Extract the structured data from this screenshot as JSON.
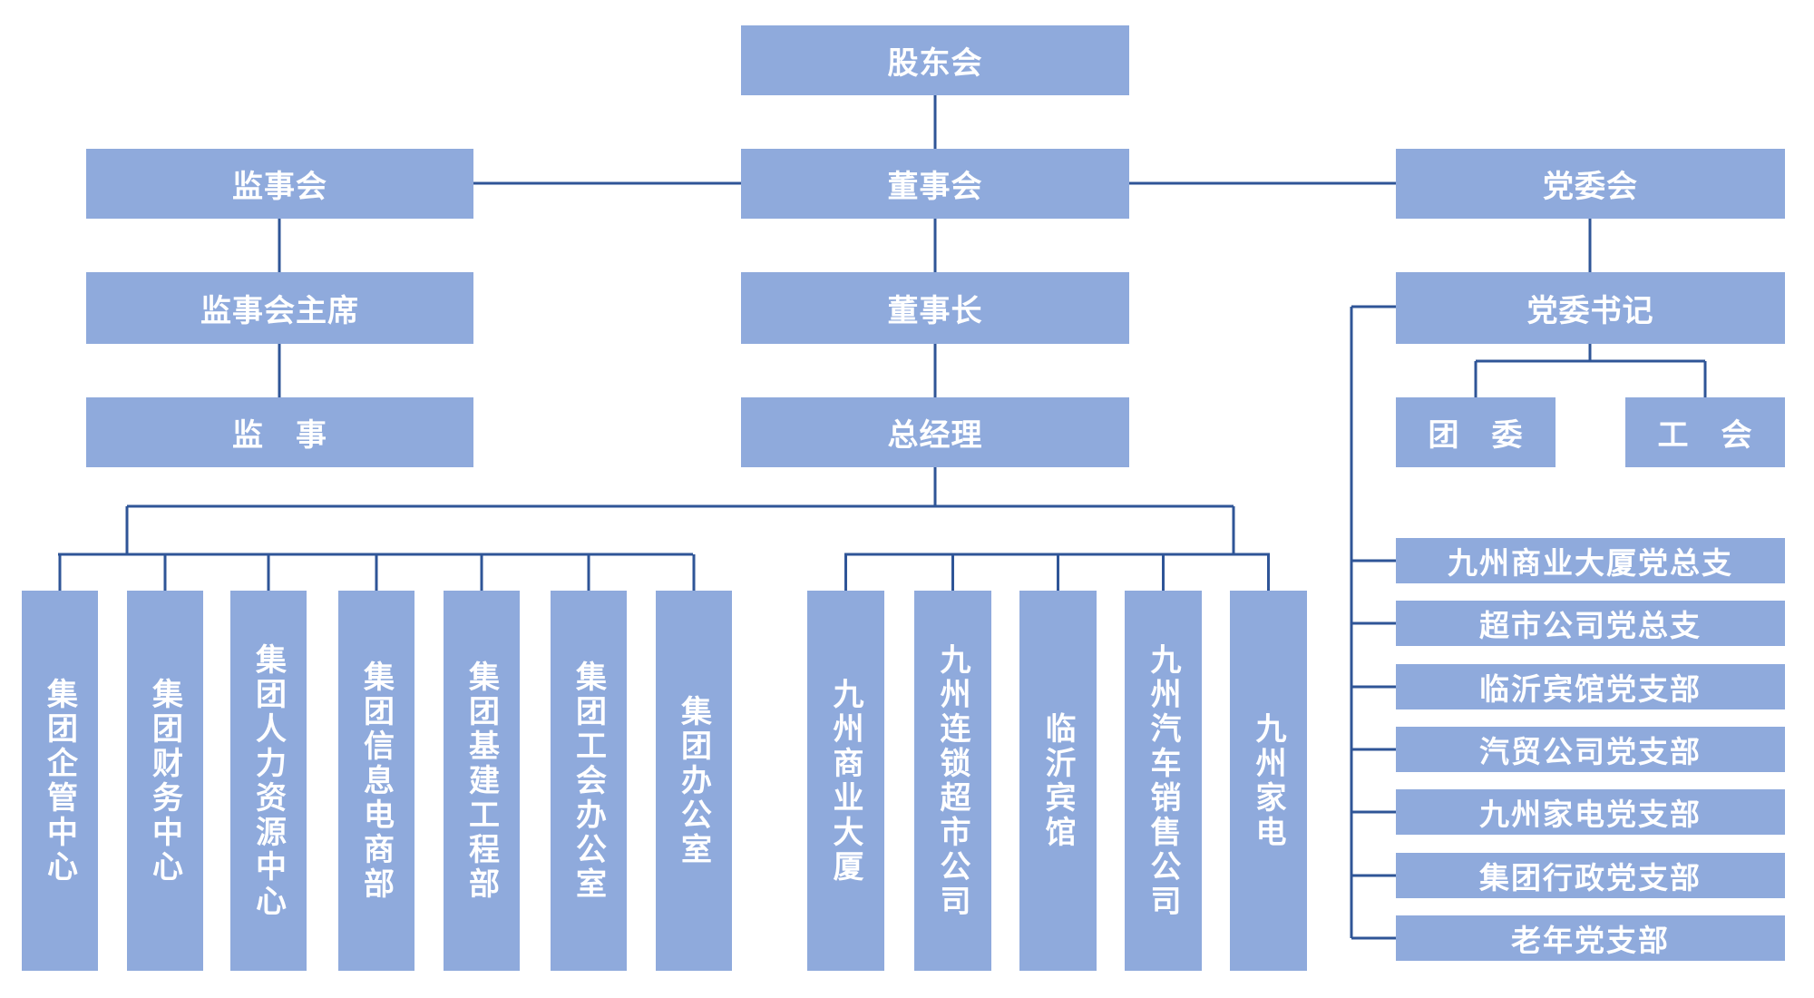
{
  "chart_title": "",
  "colors": {
    "box_fill": "#8faadc",
    "box_text": "#ffffff",
    "connector": "#2f5597"
  },
  "top": {
    "shareholders": "股东会"
  },
  "governance": {
    "supervisory_board": "监事会",
    "board_of_directors": "董事会",
    "party_committee": "党委会"
  },
  "level3": {
    "supervisory_chair": "监事会主席",
    "chairman": "董事长",
    "party_secretary": "党委书记"
  },
  "level4": {
    "supervisor": "监　事",
    "general_manager": "总经理",
    "youth_league": "团　委",
    "labor_union": "工　会"
  },
  "group_departments": [
    "集团企管中心",
    "集团财务中心",
    "集团人力资源中心",
    "集团信息电商部",
    "集团基建工程部",
    "集团工会办公室",
    "集团办公室"
  ],
  "subsidiaries": [
    "九州商业大厦",
    "九州连锁超市公司",
    "临沂宾馆",
    "九州汽车销售公司",
    "九州家电"
  ],
  "party_branches": [
    "九州商业大厦党总支",
    "超市公司党总支",
    "临沂宾馆党支部",
    "汽贸公司党支部",
    "九州家电党支部",
    "集团行政党支部",
    "老年党支部"
  ]
}
